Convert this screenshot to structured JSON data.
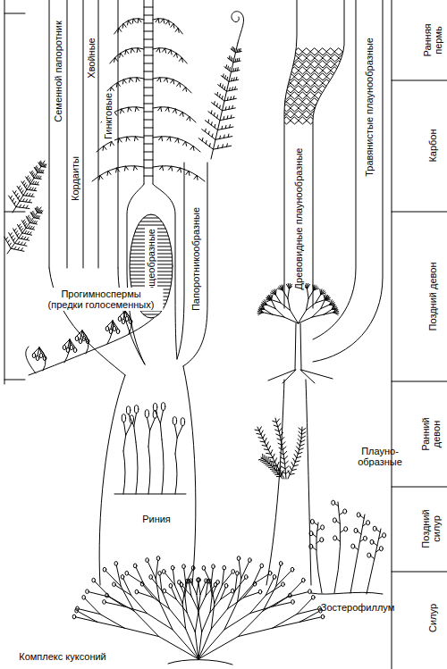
{
  "diagram": {
    "labels": [
      "Ранняя пермь",
      "Карбон",
      "Поздний девон",
      "Ранний девон",
      "Поздний силур",
      "Силур",
      "Семенной папоротник",
      "Кордаиты",
      "Хвойные",
      "Гинкговые",
      "Хвощеобразные",
      "Папоротникообразные",
      "Древовидные плаунообразные",
      "Травянистые плаунообразные",
      "Прогимноспермы (предки голосеменных)",
      "Риния",
      "Плауно- образные",
      "Зостерофиллум",
      "Комплекс куксоний"
    ]
  }
}
